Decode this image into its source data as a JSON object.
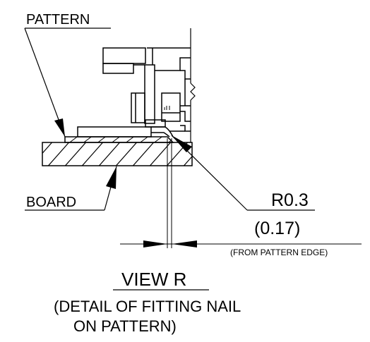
{
  "labels": {
    "pattern": "PATTERN",
    "board": "BOARD",
    "radius": "R0.3",
    "radius_ref": "(0.17)",
    "from_edge": "(FROM PATTERN EDGE)",
    "view_title": "VIEW R",
    "caption_line1": "(DETAIL OF FITTING NAIL",
    "caption_line2": "ON PATTERN)"
  },
  "colors": {
    "ink": "#000000",
    "paper": "#ffffff"
  }
}
